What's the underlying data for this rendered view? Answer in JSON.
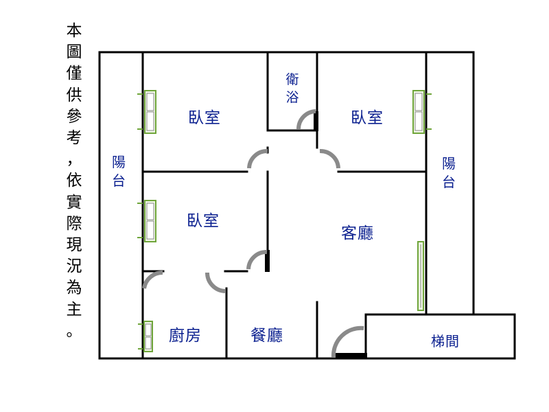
{
  "disclaimer": "本圖僅供參考，依實際現況為主。",
  "rooms": {
    "bedroom_top_left": "臥室",
    "bathroom": "衛浴",
    "bedroom_top_right": "臥室",
    "bedroom_middle_left": "臥室",
    "living_room": "客廳",
    "kitchen": "廚房",
    "dining_room": "餐廳",
    "stairwell": "梯間",
    "balcony_left": "陽台",
    "balcony_right": "陽台"
  },
  "colors": {
    "wall": "#000000",
    "label": "#0a1f8f",
    "door_arc": "#8a8a8a",
    "window": "#6fa53a"
  }
}
